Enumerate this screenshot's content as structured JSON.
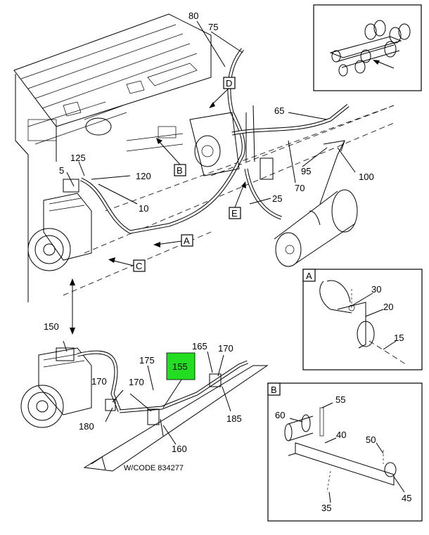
{
  "callouts": {
    "n80": "80",
    "n75": "75",
    "n65": "65",
    "n125": "125",
    "n5": "5",
    "n120": "120",
    "n10": "10",
    "n95": "95",
    "n100": "100",
    "n70": "70",
    "n25": "25",
    "n150": "150",
    "n175": "175",
    "n155": "155",
    "n165": "165",
    "n170a": "170",
    "n170b": "170",
    "n170c": "170",
    "n180": "180",
    "n160": "160",
    "n185": "185",
    "n30": "30",
    "n20": "20",
    "n15": "15",
    "n55": "55",
    "n60": "60",
    "n40": "40",
    "n50": "50",
    "n45": "45",
    "n35": "35"
  },
  "view_refs": {
    "d": "D",
    "b": "B",
    "e": "E",
    "a": "A",
    "c": "C"
  },
  "detail_views": {
    "a_title": "A",
    "b_title": "B"
  },
  "code_note": "W/CODE 834277",
  "highlight_color": "#22dd22"
}
